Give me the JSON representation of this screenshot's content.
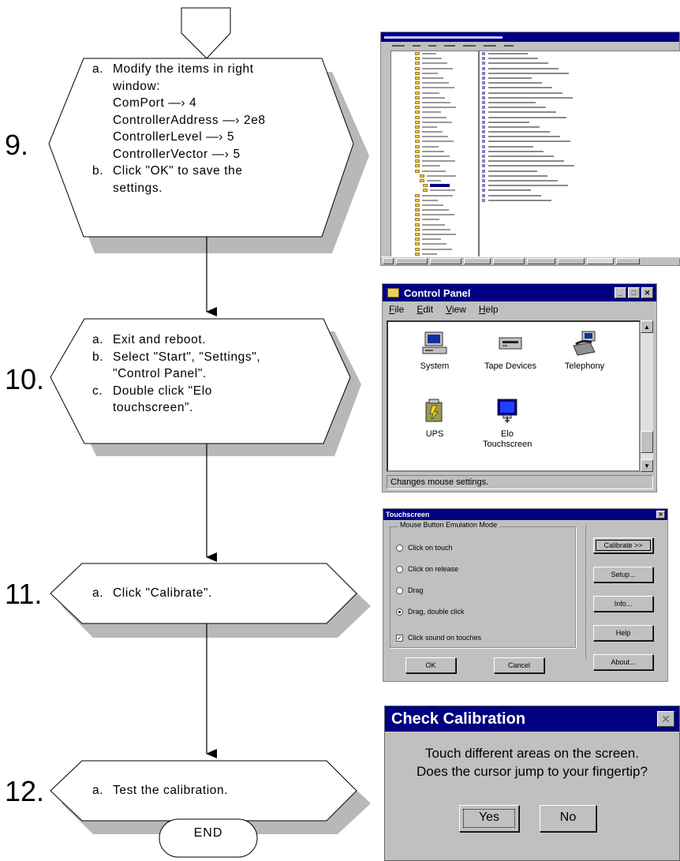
{
  "steps": [
    {
      "number": "9.",
      "items": [
        {
          "label": "a.",
          "text": "Modify the items in right",
          "cont": "window:"
        },
        {
          "label": "b.",
          "text": "Click \"OK\" to save the",
          "cont": "settings."
        }
      ],
      "settings": [
        {
          "name": "ComPort",
          "arrow": "—›",
          "value": "4"
        },
        {
          "name": "ControllerAddress",
          "arrow": "—›",
          "value": "2e8"
        },
        {
          "name": "ControllerLevel",
          "arrow": "—›",
          "value": "5"
        },
        {
          "name": "ControllerVector",
          "arrow": "—›",
          "value": "5"
        }
      ]
    },
    {
      "number": "10.",
      "items": [
        {
          "label": "a.",
          "text": "Exit and reboot."
        },
        {
          "label": "b.",
          "text": "Select \"Start\", \"Settings\",",
          "cont": "\"Control Panel\"."
        },
        {
          "label": "c.",
          "text": "Double click \"Elo",
          "cont": "touchscreen\"."
        }
      ]
    },
    {
      "number": "11.",
      "items": [
        {
          "label": "a.",
          "text": "Click \"Calibrate\"."
        }
      ]
    },
    {
      "number": "12.",
      "items": [
        {
          "label": "a.",
          "text": "Test the calibration."
        }
      ]
    }
  ],
  "end_label": "END",
  "control_panel": {
    "title": "Control Panel",
    "menu": [
      "File",
      "Edit",
      "View",
      "Help"
    ],
    "items": [
      {
        "label": "System",
        "icon": "computer-icon"
      },
      {
        "label": "Tape Devices",
        "icon": "tape-drive-icon"
      },
      {
        "label": "Telephony",
        "icon": "telephone-icon"
      },
      {
        "label": "UPS",
        "icon": "ups-battery-icon"
      },
      {
        "label": "Elo Touchscreen",
        "icon": "touchscreen-monitor-icon"
      }
    ],
    "status": "Changes mouse settings."
  },
  "touchscreen_dialog": {
    "title": "Touchscreen",
    "group_title": "Mouse Button Emulation Mode",
    "options": [
      {
        "label": "Click on touch",
        "selected": false
      },
      {
        "label": "Click on release",
        "selected": false
      },
      {
        "label": "Drag",
        "selected": false
      },
      {
        "label": "Drag, double click",
        "selected": true
      }
    ],
    "checkbox_label": "Click sound on touches",
    "checkbox_checked": true,
    "ok": "OK",
    "cancel": "Cancel",
    "side_buttons": [
      "Calibrate >>",
      "Setup...",
      "Info...",
      "Help",
      "About..."
    ]
  },
  "check_dialog": {
    "title": "Check Calibration",
    "line1": "Touch different areas on the screen.",
    "line2": "Does the cursor jump to your fingertip?",
    "yes": "Yes",
    "no": "No"
  },
  "colors": {
    "titlebar": "#000080",
    "face": "#c0c0c0",
    "shadow": "#b8b8b8"
  }
}
